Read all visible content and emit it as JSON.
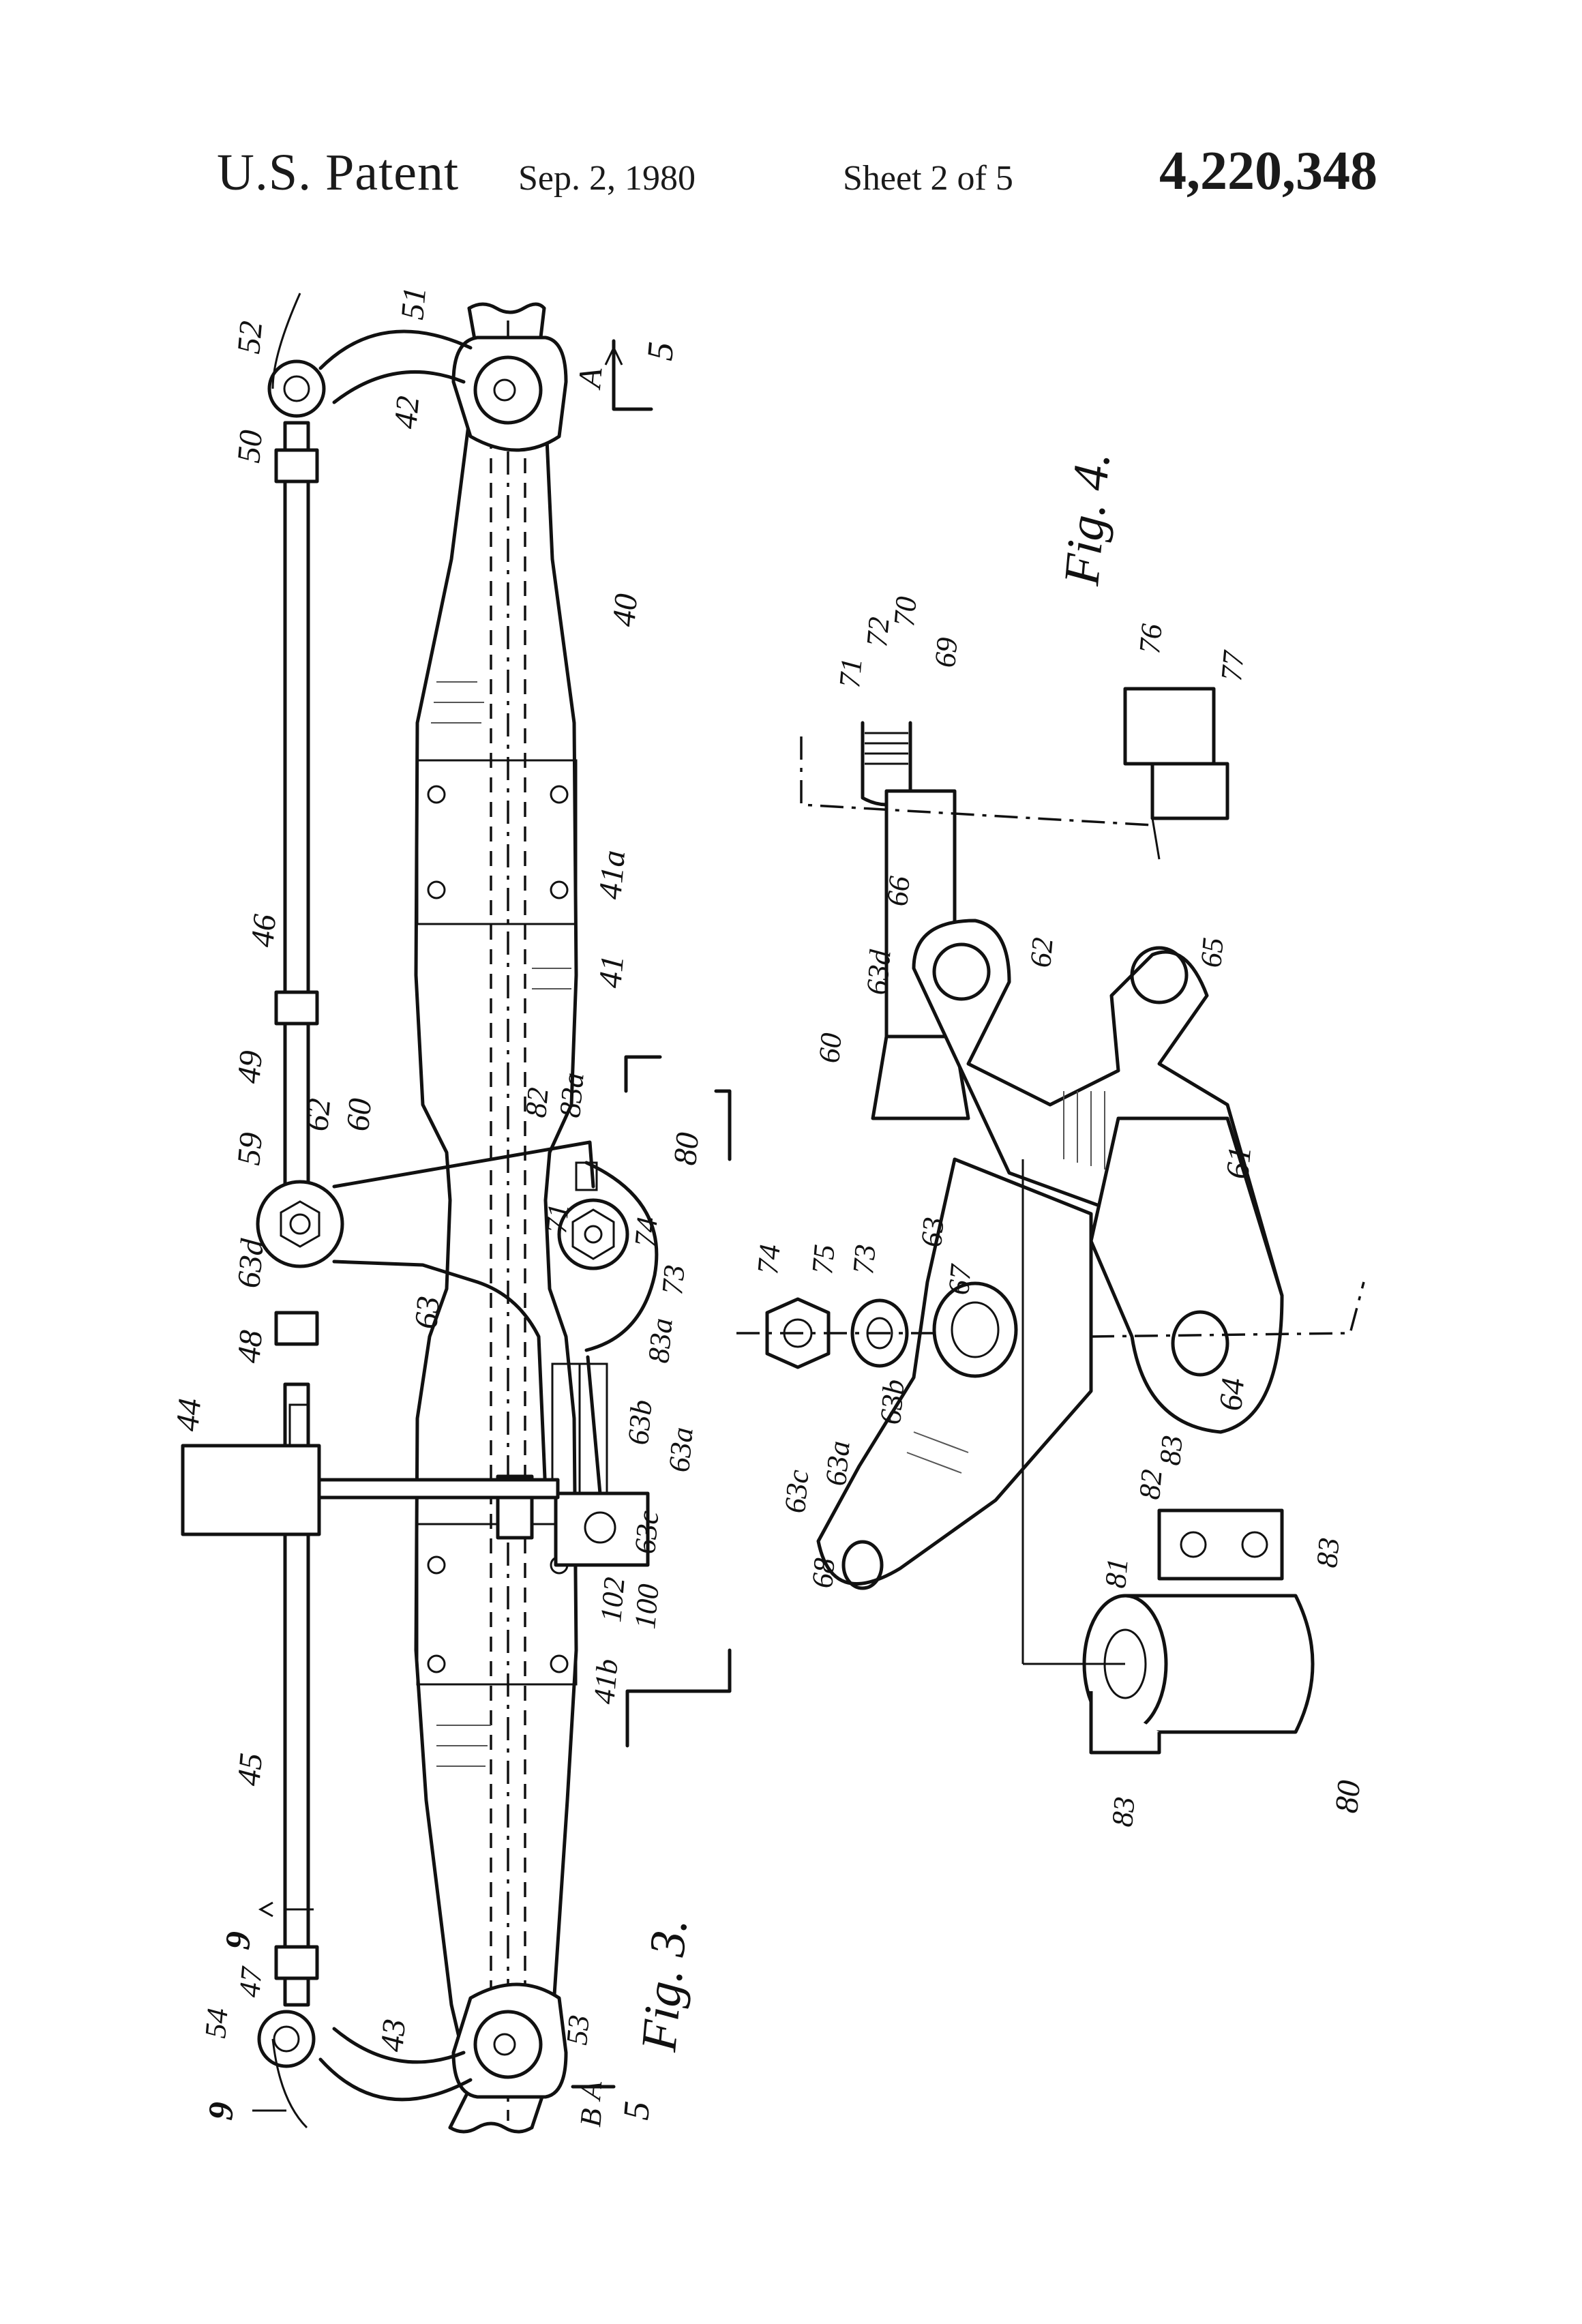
{
  "header": {
    "title": "U.S. Patent",
    "date": "Sep. 2, 1980",
    "sheet": "Sheet 2 of 5",
    "patent_number": "4,220,348"
  },
  "figures": {
    "fig3": "Fig. 3.",
    "fig4": "Fig. 4."
  },
  "labels": {
    "l52": "52",
    "l51": "51",
    "lA": "A",
    "l5a": "5",
    "l50": "50",
    "l42": "42",
    "l40": "40",
    "l46": "46",
    "l41a": "41a",
    "l41": "41",
    "l49": "49",
    "l59": "59",
    "l62a": "62",
    "l60a": "60",
    "l82a": "82",
    "l83aA": "83a",
    "l80a": "80",
    "l71a": "71",
    "l74a": "74",
    "l73a": "73",
    "l63d": "63d",
    "l63a_main": "63",
    "l48": "48",
    "l83aB": "83a",
    "l63bA": "63b",
    "l63aA": "63a",
    "l63cA": "63c",
    "l44": "44",
    "l102": "102",
    "l100": "100",
    "l41b": "41b",
    "l45": "45",
    "l9a": "9",
    "l47": "47",
    "l54": "54",
    "l9b": "9",
    "l43": "43",
    "l53": "53",
    "lB": "B",
    "lA2": "A",
    "l5b": "5",
    "l71b": "71",
    "l72": "72",
    "l70": "70",
    "l69": "69",
    "l76": "76",
    "l77": "77",
    "l66": "66",
    "l63dB": "63d",
    "l60b": "60",
    "l62b": "62",
    "l65": "65",
    "l74b": "74",
    "l75": "75",
    "l73b": "73",
    "l63b_main": "63",
    "l67": "67",
    "l61": "61",
    "l64": "64",
    "l63cB": "63c",
    "l63aB": "63a",
    "l63bB": "63b",
    "l68": "68",
    "l82b": "82",
    "l83b": "83",
    "l81": "81",
    "l83c": "83",
    "l83d": "83",
    "l80b": "80"
  }
}
